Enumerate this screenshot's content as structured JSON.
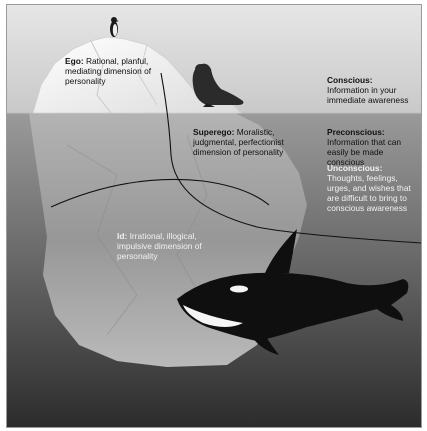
{
  "labels": {
    "ego": {
      "term": "Ego:",
      "desc": "Rational, planful, mediating dimension of personality"
    },
    "superego": {
      "term": "Superego:",
      "desc": "Moralistic, judgmental, perfectionist dimension of personality"
    },
    "id": {
      "term": "Id:",
      "desc": "Irrational, illogical, impulsive dimension of personality"
    }
  },
  "levels": {
    "conscious": {
      "term": "Conscious:",
      "desc": "Information in your immediate awareness"
    },
    "preconscious": {
      "term": "Preconscious:",
      "desc": "Information that can easily be made conscious"
    },
    "unconscious": {
      "term": "Unconscious:",
      "desc": "Thoughts, feelings, urges, and wishes that are difficult to bring to conscious awareness"
    }
  },
  "colors": {
    "sky": "#d4d4d4",
    "water_top": "#8a8a8a",
    "water_bottom": "#2f2f2f",
    "ice": "#f4f4f4",
    "orca": "#111111"
  },
  "icons": [
    "penguin-icon",
    "seal-icon",
    "orca-icon",
    "iceberg-icon"
  ]
}
